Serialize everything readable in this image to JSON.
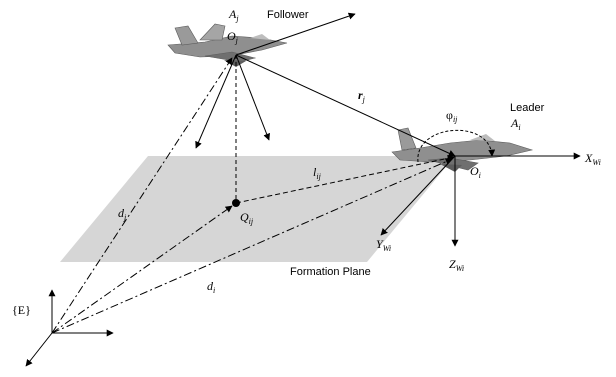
{
  "labels": {
    "follower": "Follower",
    "leader": "Leader",
    "formation_plane": "Formation Plane",
    "A_j": "A",
    "A_j_sub": "j",
    "O_j": "O",
    "O_j_sub": "j",
    "A_i": "A",
    "A_i_sub": "i",
    "O_i": "O",
    "O_i_sub": "i",
    "r_j": "r",
    "r_j_sub": "j",
    "phi_ij": "φ",
    "phi_ij_sub": "ij",
    "l_ij": "l",
    "l_ij_sub": "ij",
    "Q_ij": "Q",
    "Q_ij_sub": "ij",
    "d_j": "d",
    "d_j_sub": "j",
    "d_i": "d",
    "d_i_sub": "i",
    "X_Wi": "X",
    "X_Wi_sub": "Wi",
    "Y_Wi": "Y",
    "Y_Wi_sub": "Wi",
    "Z_Wi": "Z",
    "Z_Wi_sub": "Wi",
    "E_frame": "{E}"
  },
  "colors": {
    "plane_fill": "#d6d6d6",
    "aircraft_body": "#8f8f8f",
    "aircraft_dark": "#5c5c5c",
    "aircraft_light": "#bdbdbd",
    "line": "#000000"
  },
  "icons": {
    "follower_aircraft": "fighter-jet-icon",
    "leader_aircraft": "fighter-jet-icon"
  }
}
